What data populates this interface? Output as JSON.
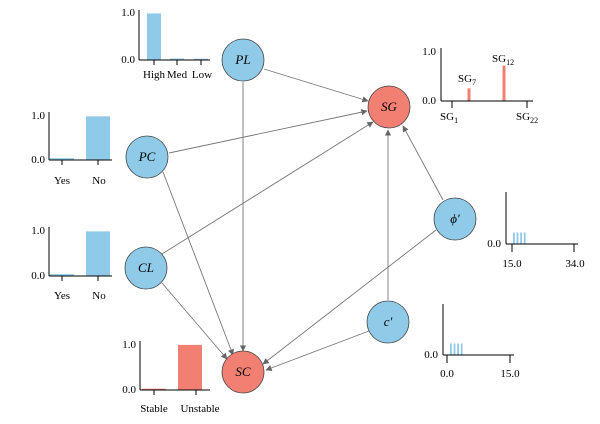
{
  "colors": {
    "blue_node": "#8fcbe8",
    "red_node": "#f28072",
    "blue_bar": "#8fcbe8",
    "red_bar": "#f28072",
    "edge": "#777777"
  },
  "nodes": {
    "pl": "PL",
    "pc": "PC",
    "cl": "CL",
    "sg": "SG",
    "sc": "SC",
    "phi": "ϕ′",
    "c": "c′"
  },
  "charts": {
    "pl": {
      "y_top": "1.0",
      "y_bottom": "0.0",
      "categories": [
        "High",
        "Med",
        "Low"
      ],
      "values": [
        0.97,
        0.02,
        0.01
      ]
    },
    "pc": {
      "y_top": "1.0",
      "y_bottom": "0.0",
      "categories": [
        "Yes",
        "No"
      ],
      "values": [
        0.03,
        0.97
      ]
    },
    "cl": {
      "y_top": "1.0",
      "y_bottom": "0.0",
      "categories": [
        "Yes",
        "No"
      ],
      "values": [
        0.03,
        0.97
      ]
    },
    "sc": {
      "y_top": "1.0",
      "y_bottom": "0.0",
      "categories": [
        "Stable",
        "Unstable"
      ],
      "values": [
        0.0,
        0.98
      ]
    },
    "sg": {
      "y_top": "1.0",
      "y_bottom": "0.0",
      "x_left": "SG",
      "x_left_sub": "1",
      "x_right": "SG",
      "x_right_sub": "22",
      "peak_a": "SG",
      "peak_a_sub": "7",
      "peak_a_value": 0.25,
      "peak_b": "SG",
      "peak_b_sub": "12",
      "peak_b_value": 0.72
    },
    "phi": {
      "y_bottom": "0.0",
      "x_left": "15.0",
      "x_right": "34.0",
      "values": [
        0.25,
        0.25,
        0.25,
        0.25
      ]
    },
    "c": {
      "y_bottom": "0.0",
      "x_left": "0.0",
      "x_right": "15.0",
      "values": [
        0.25,
        0.25,
        0.25,
        0.25
      ]
    }
  }
}
